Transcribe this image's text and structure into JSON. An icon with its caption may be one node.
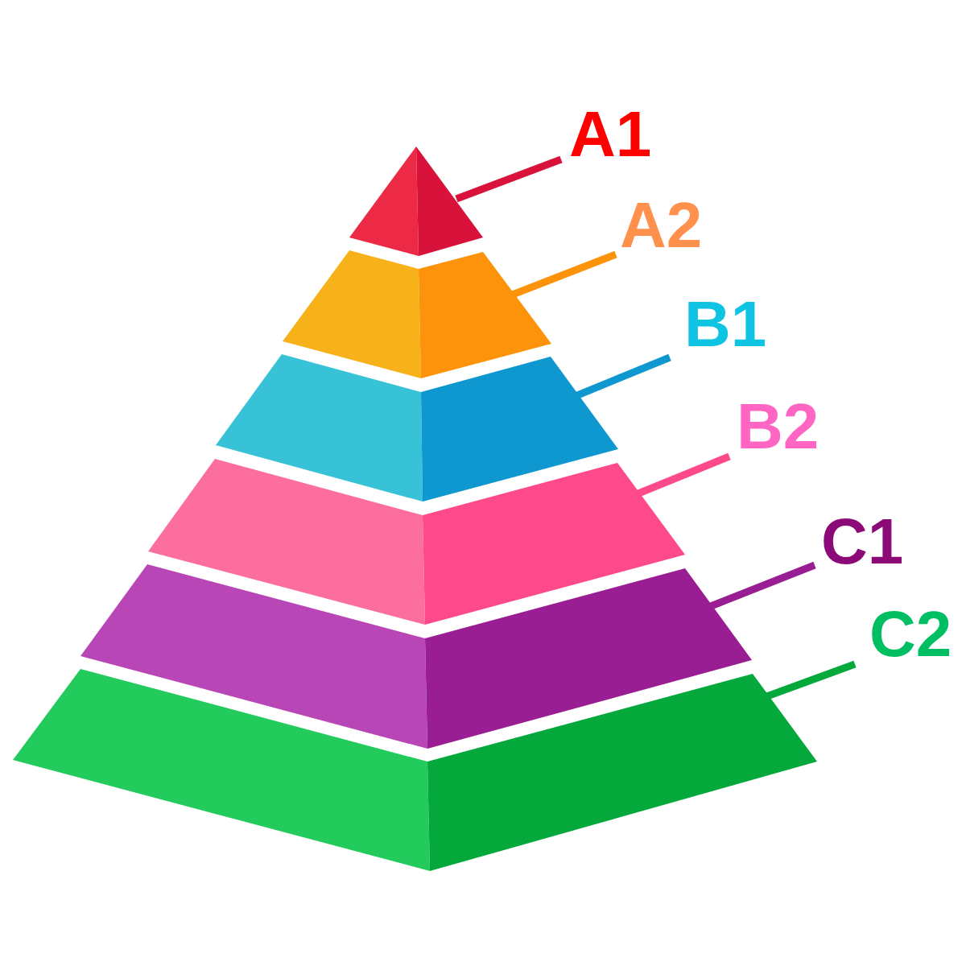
{
  "diagram": {
    "nodes": [
      {
        "text": [
          "A1"
        ]
      },
      {
        "text": [
          "A2"
        ]
      },
      {
        "text": [
          "B1"
        ]
      },
      {
        "text": [
          "B2"
        ]
      },
      {
        "text": [
          "C1"
        ]
      },
      {
        "text": [
          "C2"
        ]
      },
      {
        "text": [],
        "shape": "triangle"
      },
      {
        "text": [],
        "shape": "trapezoid"
      },
      {
        "text": [],
        "shape": "trapezoid"
      },
      {
        "text": [],
        "shape": "trapezoid"
      },
      {
        "text": [],
        "shape": "trapezoid"
      },
      {
        "text": [],
        "shape": "trapezoid"
      }
    ],
    "edges": [
      {
        "from": 0,
        "to": 6,
        "arrow": "none",
        "color": "#d8123a"
      },
      {
        "from": 1,
        "to": 7,
        "arrow": "none",
        "color": "#fc930a"
      },
      {
        "from": 2,
        "to": 8,
        "arrow": "none",
        "color": "#0e98cf"
      },
      {
        "from": 3,
        "to": 9,
        "arrow": "none",
        "color": "#fe4a8a"
      },
      {
        "from": 4,
        "to": 10,
        "arrow": "none",
        "color": "#991e93"
      },
      {
        "from": 5,
        "to": 11,
        "arrow": "none",
        "color": "#04a83b"
      }
    ]
  }
}
